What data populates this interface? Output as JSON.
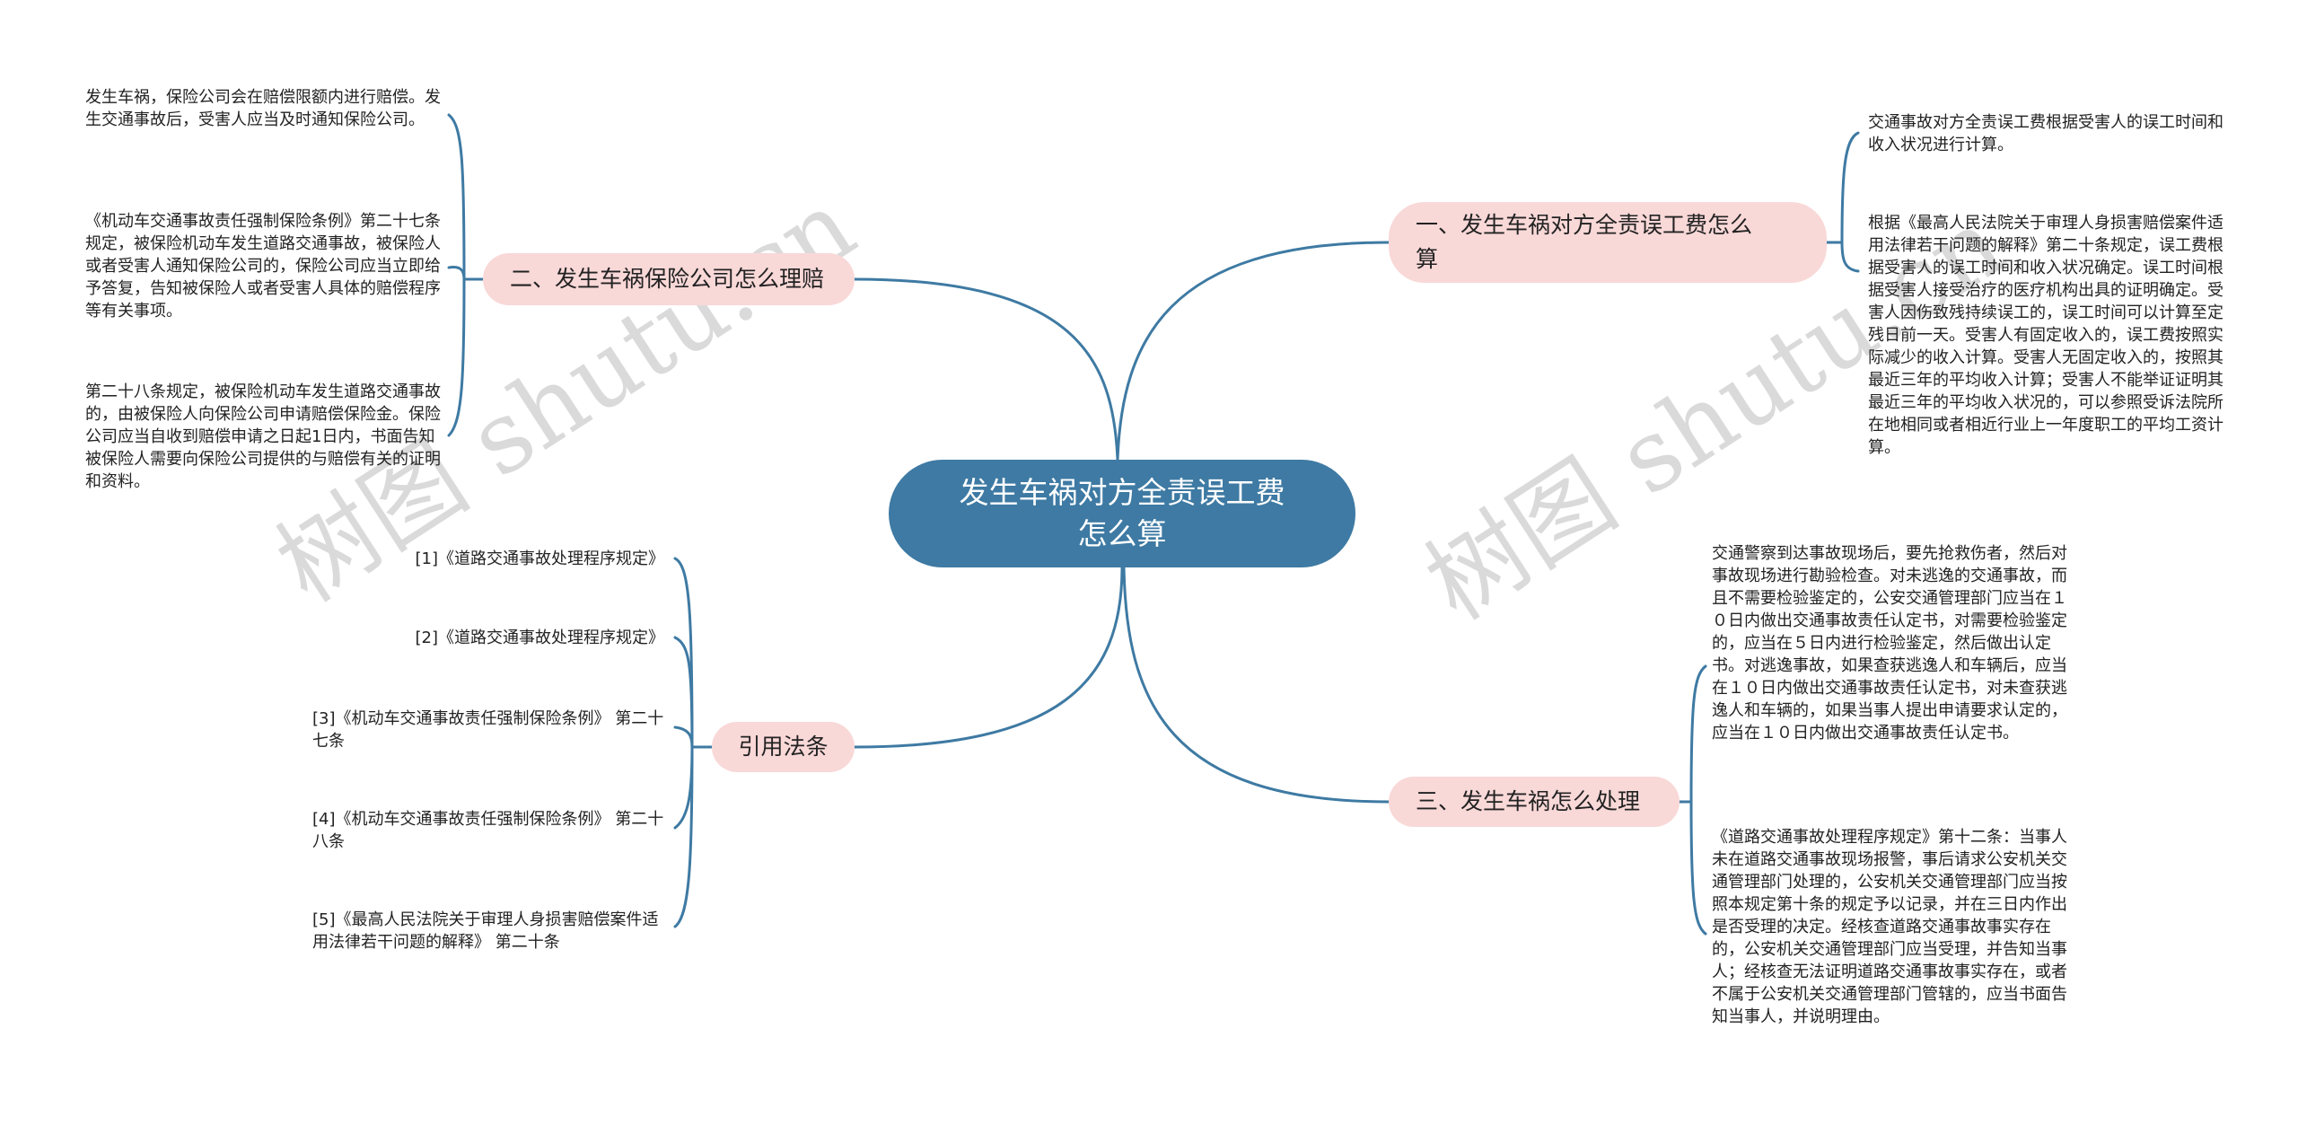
{
  "root": {
    "label": "发生车祸对方全责误工费怎么算",
    "line1": "发生车祸对方全责误工费",
    "line2": "怎么算"
  },
  "branches": {
    "b1": {
      "label": "一、发生车祸对方全责误工费怎么算",
      "line1": "一、发生车祸对方全责误工费怎么",
      "line2": "算",
      "leaves": [
        "交通事故对方全责误工费根据受害人的误工时间和收入状况进行计算。",
        "根据《最高人民法院关于审理人身损害赔偿案件适用法律若干问题的解释》第二十条规定，误工费根据受害人的误工时间和收入状况确定。误工时间根据受害人接受治疗的医疗机构出具的证明确定。受害人因伤致残持续误工的，误工时间可以计算至定残日前一天。受害人有固定收入的，误工费按照实际减少的收入计算。受害人无固定收入的，按照其最近三年的平均收入计算；受害人不能举证证明其最近三年的平均收入状况的，可以参照受诉法院所在地相同或者相近行业上一年度职工的平均工资计算。"
      ]
    },
    "b2": {
      "label": "二、发生车祸保险公司怎么理赔",
      "leaves": [
        "发生车祸，保险公司会在赔偿限额内进行赔偿。发生交通事故后，受害人应当及时通知保险公司。",
        "《机动车交通事故责任强制保险条例》第二十七条规定，被保险机动车发生道路交通事故，被保险人或者受害人通知保险公司的，保险公司应当立即给予答复，告知被保险人或者受害人具体的赔偿程序等有关事项。",
        "第二十八条规定，被保险机动车发生道路交通事故的，由被保险人向保险公司申请赔偿保险金。保险公司应当自收到赔偿申请之日起1日内，书面告知被保险人需要向保险公司提供的与赔偿有关的证明和资料。"
      ]
    },
    "b3": {
      "label": "三、发生车祸怎么处理",
      "leaves": [
        "交通警察到达事故现场后，要先抢救伤者，然后对事故现场进行勘验检查。对未逃逸的交通事故，而且不需要检验鉴定的，公安交通管理部门应当在１０日内做出交通事故责任认定书，对需要检验鉴定的，应当在５日内进行检验鉴定，然后做出认定书。对逃逸事故，如果查获逃逸人和车辆后，应当在１０日内做出交通事故责任认定书，对未查获逃逸人和车辆的，如果当事人提出申请要求认定的，应当在１０日内做出交通事故责任认定书。",
        "《道路交通事故处理程序规定》第十二条：当事人未在道路交通事故现场报警，事后请求公安机关交通管理部门处理的，公安机关交通管理部门应当按照本规定第十条的规定予以记录，并在三日内作出是否受理的决定。经核查道路交通事故事实存在的，公安机关交通管理部门应当受理，并告知当事人；经核查无法证明道路交通事故事实存在，或者不属于公安机关交通管理部门管辖的，应当书面告知当事人，并说明理由。"
      ]
    },
    "refs": {
      "label": "引用法条",
      "leaves": [
        "[1]《道路交通事故处理程序规定》",
        "[2]《道路交通事故处理程序规定》",
        "[3]《机动车交通事故责任强制保险条例》 第二十七条",
        "[4]《机动车交通事故责任强制保险条例》 第二十八条",
        "[5]《最高人民法院关于审理人身损害赔偿案件适用法律若干问题的解释》 第二十条"
      ]
    }
  },
  "watermark": "树图 shutu.cn",
  "colors": {
    "root_fill": "#3e7aa3",
    "branch_fill": "#f9d8d8",
    "link": "#3e7aa3"
  }
}
